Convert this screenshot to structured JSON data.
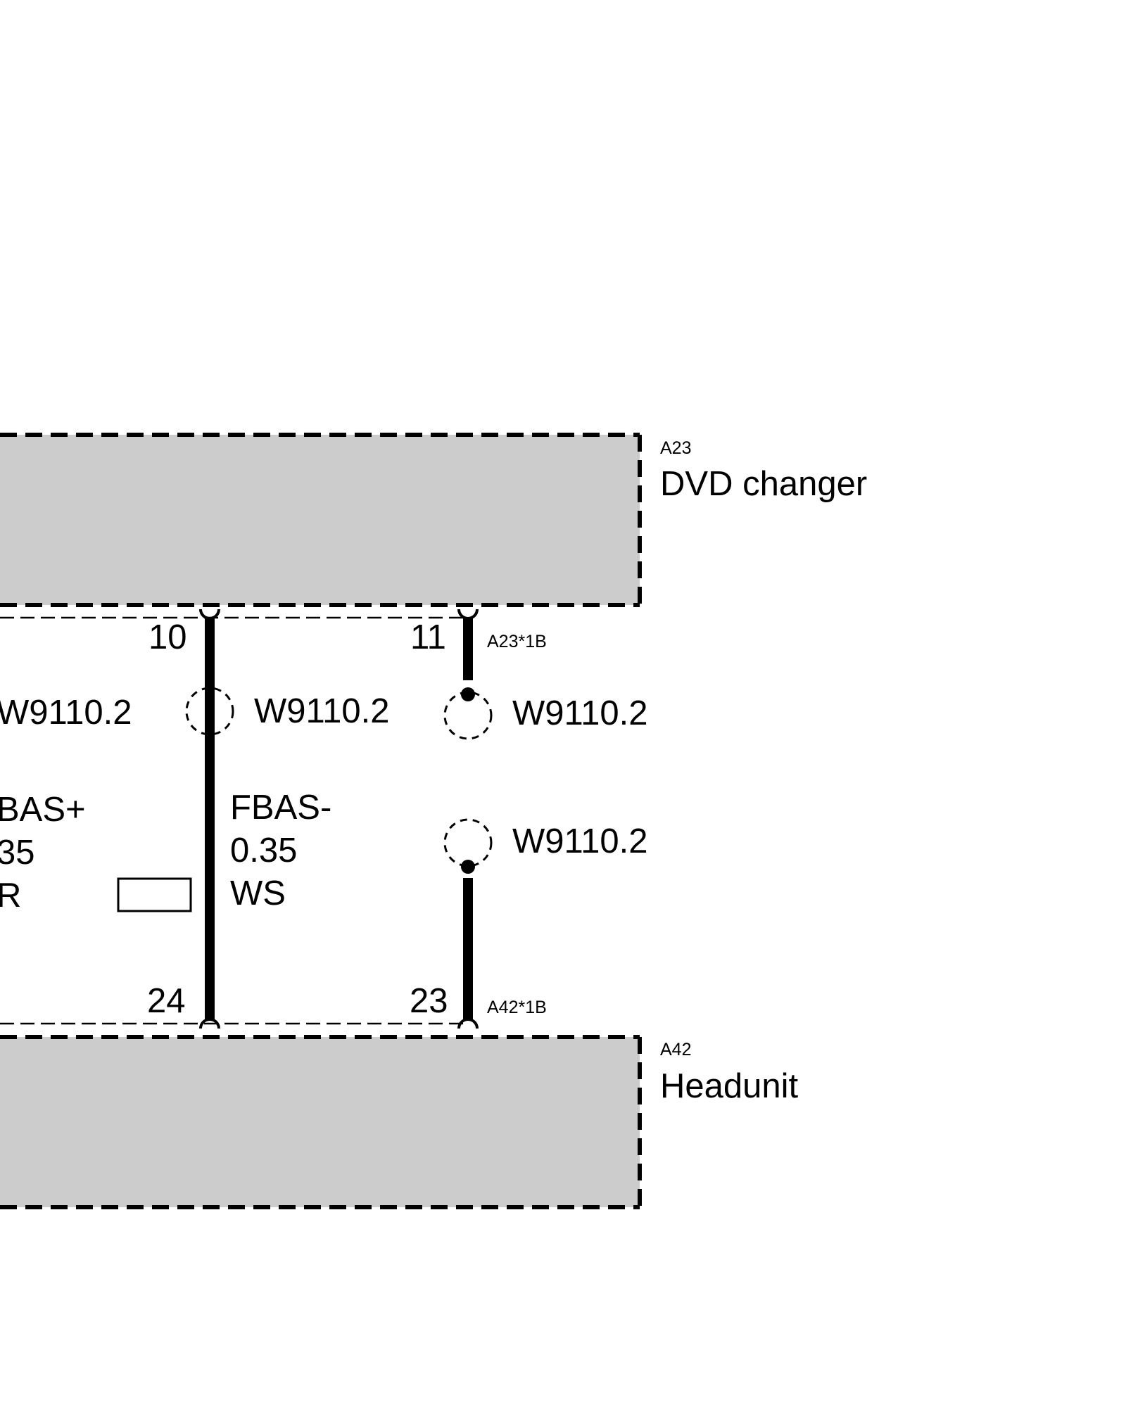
{
  "components": {
    "top": {
      "ref": "A23",
      "name": "DVD changer"
    },
    "bottom": {
      "ref": "A42",
      "name": "Headunit"
    }
  },
  "connectors": {
    "top": "A23*1B",
    "bottom": "A42*1B"
  },
  "pins": {
    "top_left": "10",
    "top_right": "11",
    "bottom_left": "24",
    "bottom_right": "23"
  },
  "shield_labels": {
    "left_partial": "W9110.2",
    "middle": "W9110.2",
    "right_upper": "W9110.2",
    "right_lower": "W9110.2"
  },
  "wires": {
    "left_partial": {
      "signal": "BAS+",
      "size": "35",
      "color": "R"
    },
    "middle": {
      "signal": "FBAS-",
      "size": "0.35",
      "color": "WS"
    }
  },
  "colors": {
    "component_fill": "#cccccc",
    "line": "#000000",
    "background": "#ffffff"
  }
}
